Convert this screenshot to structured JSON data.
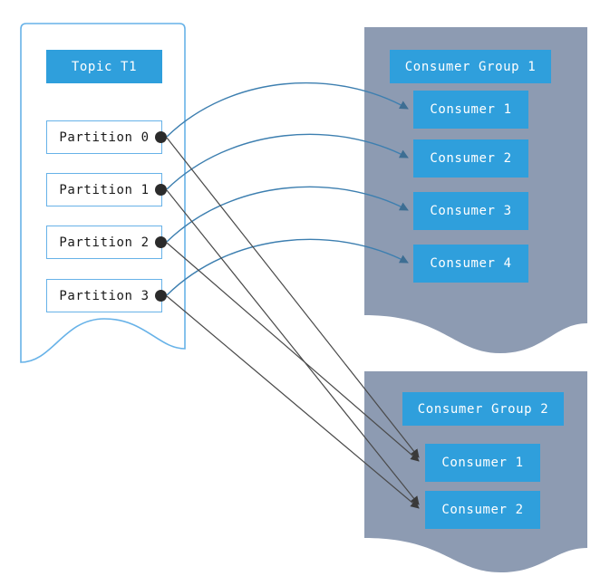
{
  "diagram": {
    "title_semantic": "kafka-topic-partition-consumer-group-diagram",
    "colors": {
      "node_blue": "#2f9fdc",
      "panel_gray": "#8d9bb2",
      "container_border": "#67b2e8",
      "curve_arrow": "#3d7fb0",
      "straight_arrow": "#4a4a4a",
      "dot": "#2b2b2b",
      "node_text": "#ffffff",
      "partition_text": "#1a1a1a",
      "background": "#ffffff"
    }
  },
  "topic": {
    "label": "Topic T1",
    "partitions": [
      {
        "label": "Partition 0"
      },
      {
        "label": "Partition 1"
      },
      {
        "label": "Partition 2"
      },
      {
        "label": "Partition 3"
      }
    ]
  },
  "consumer_groups": [
    {
      "label": "Consumer Group 1",
      "consumers": [
        {
          "label": "Consumer 1"
        },
        {
          "label": "Consumer 2"
        },
        {
          "label": "Consumer 3"
        },
        {
          "label": "Consumer 4"
        }
      ]
    },
    {
      "label": "Consumer Group 2",
      "consumers": [
        {
          "label": "Consumer 1"
        },
        {
          "label": "Consumer 2"
        }
      ]
    }
  ],
  "connections": {
    "group1_curved": [
      {
        "from": "Partition 0",
        "to": "Consumer Group 1 / Consumer 1"
      },
      {
        "from": "Partition 1",
        "to": "Consumer Group 1 / Consumer 2"
      },
      {
        "from": "Partition 2",
        "to": "Consumer Group 1 / Consumer 3"
      },
      {
        "from": "Partition 3",
        "to": "Consumer Group 1 / Consumer 4"
      }
    ],
    "group2_straight": [
      {
        "from": "Partition 0",
        "to": "Consumer Group 2 / Consumer 1"
      },
      {
        "from": "Partition 1",
        "to": "Consumer Group 2 / Consumer 2"
      },
      {
        "from": "Partition 2",
        "to": "Consumer Group 2 / Consumer 1"
      },
      {
        "from": "Partition 3",
        "to": "Consumer Group 2 / Consumer 2"
      }
    ]
  }
}
